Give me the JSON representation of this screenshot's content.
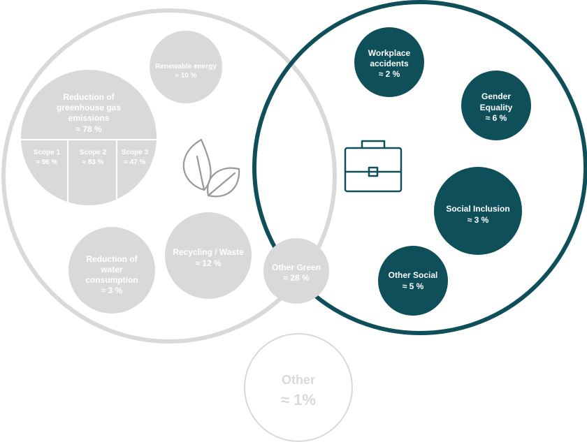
{
  "colors": {
    "gray_fill": "#d9d9d9",
    "gray_ring": "#d9d9d9",
    "teal": "#0e4f5a",
    "text_light": "#ffffff"
  },
  "icons": {
    "green": "leaves-icon",
    "social": "briefcase-icon"
  },
  "green": {
    "renewable": {
      "label": "Renewable energy",
      "value": "≈ 10 %"
    },
    "ghg": {
      "label_lines": [
        "Reduction of",
        "greenhouse gas",
        "emissions"
      ],
      "value": "≈ 78 %",
      "scopes": [
        {
          "label": "Scope 1",
          "value": "≈ 96 %"
        },
        {
          "label": "Scope 2",
          "value": "≈ 83 %"
        },
        {
          "label": "Scope 3",
          "value": "≈ 47 %"
        }
      ]
    },
    "water": {
      "label_lines": [
        "Reduction of",
        "water",
        "consumption"
      ],
      "value": "≈ 3 %"
    },
    "recycling": {
      "label": "Recycling / Waste",
      "value": "≈ 12 %"
    },
    "other_green": {
      "label": "Other Green",
      "value": "≈ 28 %"
    }
  },
  "social": {
    "workplace": {
      "label_lines": [
        "Workplace",
        "accidents"
      ],
      "value": "≈ 2 %"
    },
    "gender": {
      "label_lines": [
        "Gender",
        "Equality"
      ],
      "value": "≈ 6 %"
    },
    "inclusion": {
      "label": "Social Inclusion",
      "value": "≈ 3 %"
    },
    "other_social": {
      "label": "Other Social",
      "value": "≈ 5 %"
    }
  },
  "other": {
    "label": "Other",
    "value": "≈ 1%"
  }
}
